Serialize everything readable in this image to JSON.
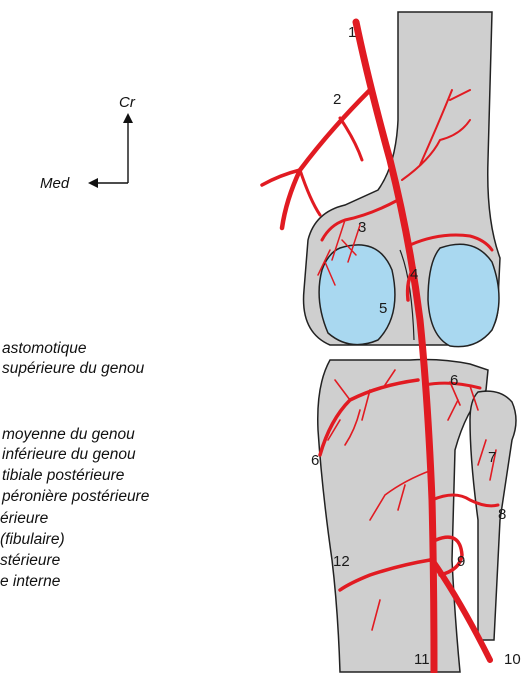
{
  "orientation": {
    "cranial": "Cr",
    "medial": "Med"
  },
  "numbers": [
    "1",
    "2",
    "3",
    "4",
    "5",
    "6",
    "6",
    "7",
    "8",
    "9",
    "10",
    "11",
    "12"
  ],
  "legend": [
    "astomotique",
    "supérieure du genou",
    "moyenne du genou",
    "inférieure du genou",
    "tibiale postérieure",
    "péronière postérieure",
    "érieure",
    "(fibulaire)",
    "stérieure",
    "e interne"
  ],
  "colors": {
    "artery": "#e11b22",
    "bone": "#cfcfcf",
    "cartilage": "#a9d8f0",
    "outline": "#222222"
  }
}
